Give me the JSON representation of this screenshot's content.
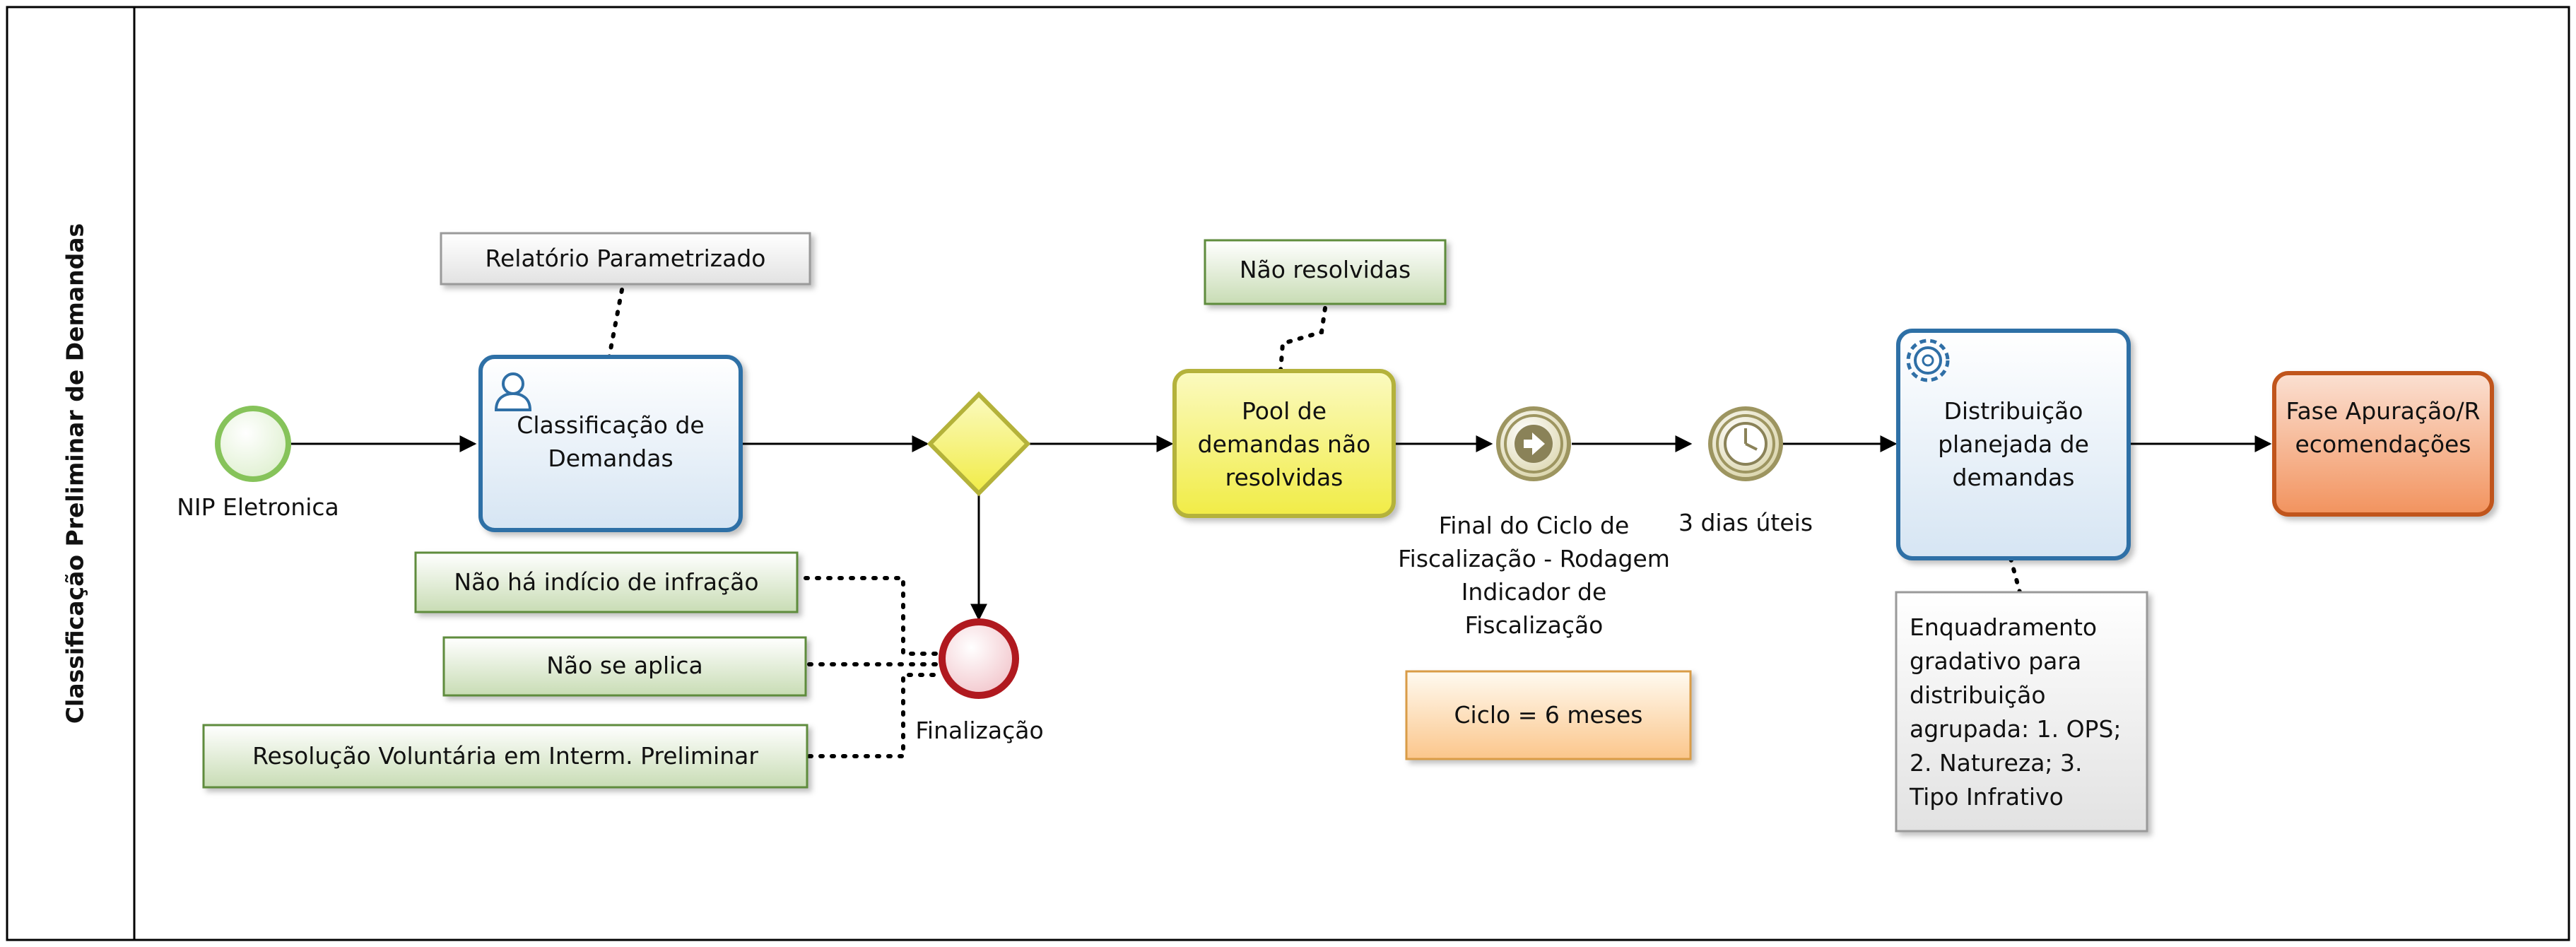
{
  "lane": {
    "title": "Classificação Preliminar de Demandas"
  },
  "events": {
    "start": "NIP  Eletronica",
    "finalizacao": "Finalização",
    "final_ciclo": "Final do Ciclo de Fiscalização - Rodagem Indicador de Fiscalização",
    "timer": "3 dias úteis"
  },
  "tasks": {
    "classificacao": "Classificação de Demandas",
    "pool": "Pool de demandas não resolvidas",
    "distribuicao": "Distribuição planejada de demandas",
    "fase": "Fase Apuração/Recomendações"
  },
  "data_objects": {
    "relatorio": "Relatório Parametrizado",
    "nao_resolvidas": "Não resolvidas",
    "nao_ha_indicio": "Não há indício de infração",
    "nao_se_aplica": "Não se aplica",
    "resolucao": "Resolução Voluntária em  Interm. Preliminar"
  },
  "annotations": {
    "ciclo": "Ciclo = 6 meses",
    "enquadramento": "Enquadramento gradativo para distribuição agrupada: 1. OPS; 2. Natureza; 3. Tipo Infrativo"
  },
  "colors": {
    "task_blue": "#2f6fa6",
    "task_yellow": "#f5f07a",
    "task_orange": "#ec7f4f",
    "gateway": "#f8f6b8",
    "start_event": "#86c35a",
    "end_event": "#b0191f",
    "data_green": "#5e8c3d",
    "annotation_orange": "#fbc68b"
  }
}
